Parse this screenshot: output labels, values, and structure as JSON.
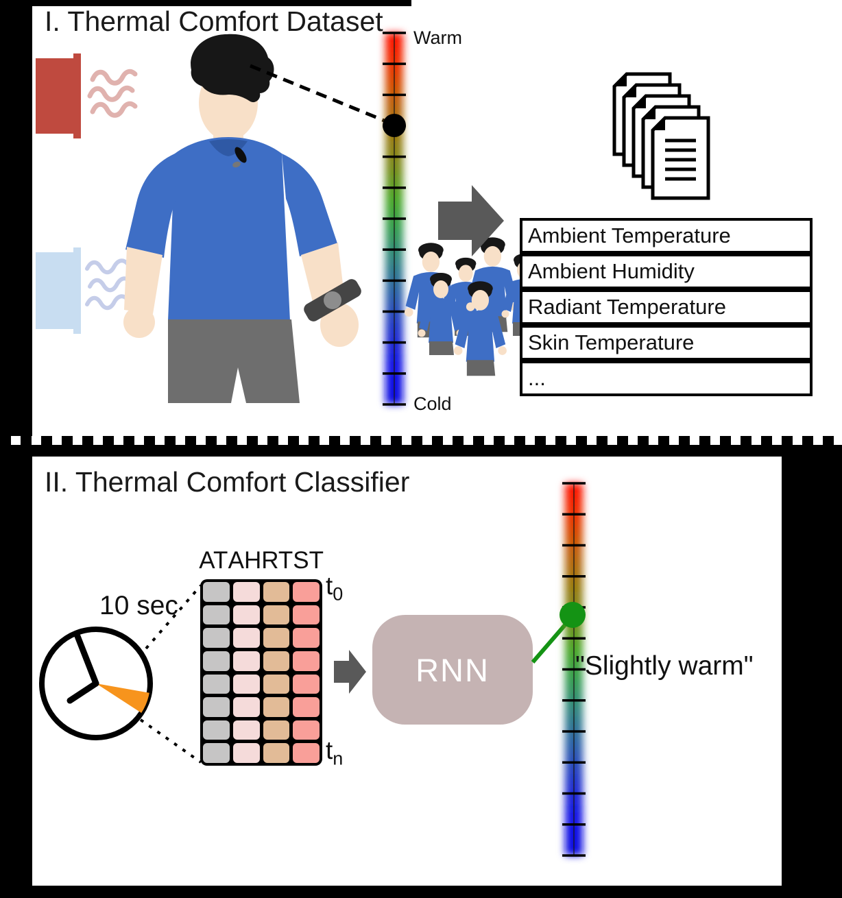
{
  "panel1": {
    "title": "I. Thermal Comfort Dataset",
    "scale": {
      "top_label": "Warm",
      "bottom_label": "Cold",
      "tick_count": 13
    },
    "table": {
      "rows": [
        "Ambient Temperature",
        "Ambient Humidity",
        "Radiant Temperature",
        "Skin Temperature",
        "..."
      ]
    }
  },
  "panel2": {
    "title": "II. Thermal Comfort Classifier",
    "interval_label": "10 sec",
    "matrix": {
      "headers": [
        "AT",
        "AH",
        "RT",
        "ST"
      ],
      "row_count": 8,
      "col_colors": [
        "#c6c5c5",
        "#f5dbda",
        "#e2bb97",
        "#f99f99"
      ],
      "first_row_label": {
        "base": "t",
        "sub": "0"
      },
      "last_row_label": {
        "base": "t",
        "sub": "n"
      }
    },
    "model_label": "RNN",
    "scale": {
      "tick_count": 13
    },
    "output_label": "\"Slightly warm\""
  },
  "colors": {
    "scale_warm": "#ff0f00",
    "scale_cold": "#0a0ae0",
    "vote_marker": "#000000",
    "prediction_green": "#149314",
    "shirt_blue": "#3e6ec5",
    "heater_red": "#bf4a3f",
    "cooler_blue": "#c8ddf1",
    "interval_orange": "#f7941d",
    "arrow_gray": "#595959",
    "rnn_box": "#c5b3b3"
  }
}
